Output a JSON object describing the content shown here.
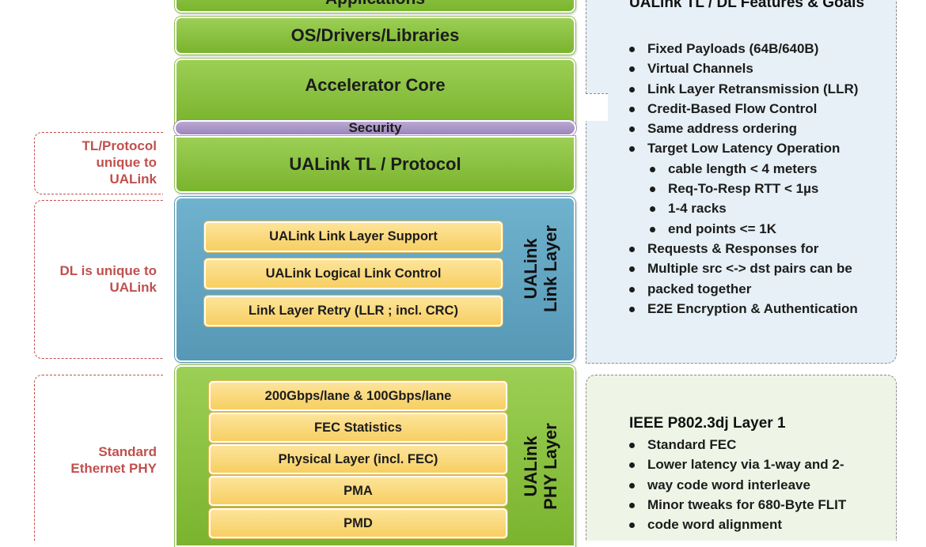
{
  "stack": {
    "applications": "Applications",
    "os_drivers": "OS/Drivers/Libraries",
    "accelerator_core": "Accelerator Core",
    "security": "Security",
    "tl_protocol": "UALink TL / Protocol"
  },
  "link_layer": {
    "label_line1": "UALink",
    "label_line2": "Link Layer",
    "items": [
      "UALink Link Layer Support",
      "UALink Logical Link Control",
      "Link Layer Retry (LLR ; incl. CRC)"
    ]
  },
  "phy_layer": {
    "label_line1": "UALink",
    "label_line2": "PHY Layer",
    "items": [
      "200Gbps/lane & 100Gbps/lane",
      "FEC Statistics",
      "Physical Layer (incl. FEC)",
      "PMA",
      "PMD"
    ]
  },
  "left_labels": {
    "tl": [
      "TL/Protocol",
      "unique to",
      "UALink"
    ],
    "dl": [
      "DL is unique to",
      "UALink"
    ],
    "phy": [
      "Standard",
      "Ethernet PHY"
    ]
  },
  "features_panel": {
    "title": "UALink TL / DL Features & Goals",
    "bullets": [
      {
        "text": "Fixed Payloads (64B/640B)",
        "level": 1
      },
      {
        "text": "Virtual Channels",
        "level": 1
      },
      {
        "text": "Link Layer Retransmission (LLR)",
        "level": 1
      },
      {
        "text": "Credit-Based Flow Control",
        "level": 1
      },
      {
        "text": "Same address ordering",
        "level": 1
      },
      {
        "text": "Target Low Latency Operation",
        "level": 1
      },
      {
        "text": "cable length  < 4 meters",
        "level": 2
      },
      {
        "text": "Req-To-Resp RTT < 1µs",
        "level": 2
      },
      {
        "text": "1-4 racks",
        "level": 2
      },
      {
        "text": "end points <= 1K",
        "level": 2
      },
      {
        "text": "Requests & Responses for",
        "level": 1
      },
      {
        "text": "Multiple src <-> dst pairs can be",
        "level": 0
      },
      {
        "text": "packed together",
        "level": 0
      },
      {
        "text": "E2E Encryption & Authentication",
        "level": 1
      }
    ]
  },
  "ieee_panel": {
    "title": "IEEE P802.3dj Layer 1",
    "bullets": [
      {
        "text": "Standard FEC",
        "level": 1
      },
      {
        "text": "Lower latency via 1-way and 2-",
        "level": 1
      },
      {
        "text": "way code word interleave",
        "level": 0
      },
      {
        "text": "Minor tweaks for 680-Byte FLIT",
        "level": 1
      },
      {
        "text": "code word alignment",
        "level": 0
      }
    ]
  },
  "colors": {
    "green": "#8dc443",
    "blue": "#62a6c4",
    "purple": "#a996c6",
    "yellow": "#f9d66f",
    "red_label": "#c0504d"
  }
}
